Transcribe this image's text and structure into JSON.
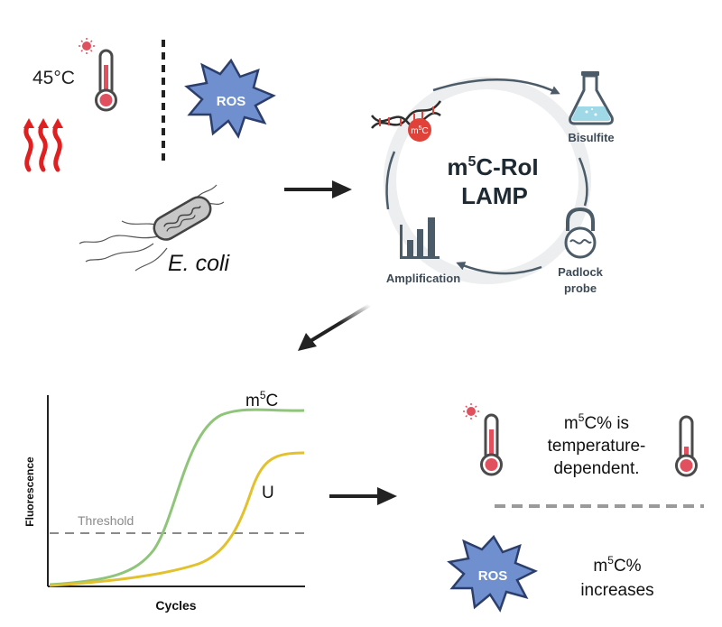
{
  "stress": {
    "temperature_label": "45°C",
    "ros_label": "ROS"
  },
  "organism": {
    "label": "E. coli"
  },
  "cycle": {
    "title_line1_base": "m",
    "title_line1_sup": "5",
    "title_line1_rest": "C-RoI",
    "title_line2": "LAMP",
    "m5c_tag_base": "m",
    "m5c_tag_sup": "5",
    "m5c_tag_rest": "C",
    "steps": {
      "bisulfite": "Bisulfite",
      "padlock_line1": "Padlock",
      "padlock_line2": "probe",
      "amplification": "Amplification"
    }
  },
  "chart": {
    "ylabel": "Fluorescence",
    "xlabel": "Cycles",
    "threshold_label": "Threshold",
    "series": {
      "m5c_base": "m",
      "m5c_sup": "5",
      "m5c_rest": "C",
      "u": "U"
    },
    "colors": {
      "m5c": "#8fc57a",
      "u": "#e2c12c",
      "threshold": "#8a8a8a"
    }
  },
  "results": {
    "temp_line1_base": "m",
    "temp_line1_sup": "5",
    "temp_line1_rest": "C% is",
    "temp_line2": "temperature-",
    "temp_line3": "dependent.",
    "ros_label": "ROS",
    "ros_line1_base": "m",
    "ros_line1_sup": "5",
    "ros_line1_rest": "C%",
    "ros_line2": "increases"
  },
  "colors": {
    "thermo_red": "#e0505e",
    "thermo_outline": "#4a4a4a",
    "ros_fill": "#6f8fcf",
    "heat_red": "#e02020",
    "cycle_ring": "#eceeef",
    "icon_dark": "#4b5b68",
    "flask_fill": "#9fd8e6",
    "arrow": "#222222",
    "dna_red": "#d9473c"
  }
}
